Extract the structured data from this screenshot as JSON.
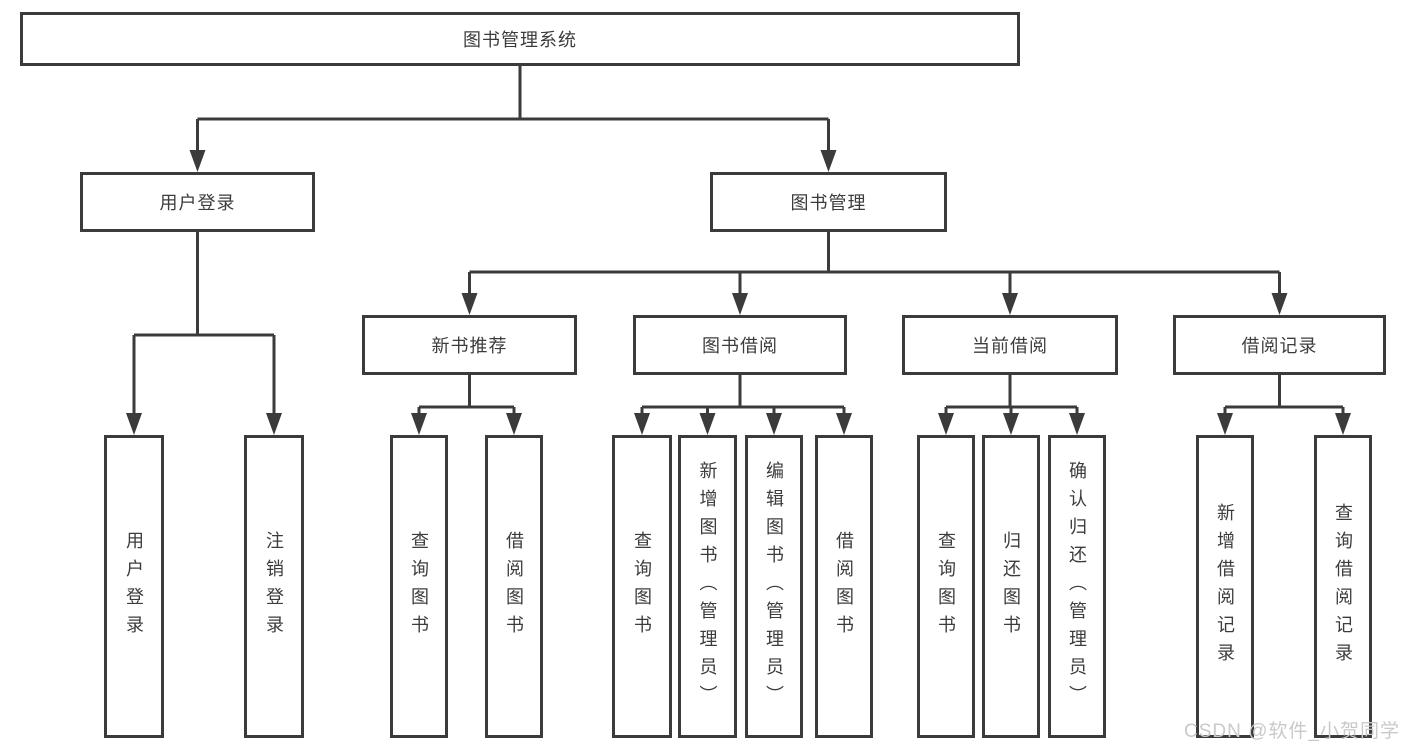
{
  "diagram": {
    "root": {
      "label": "图书管理系统"
    },
    "branches": [
      {
        "label": "用户登录",
        "children": [
          {
            "label": "用户登录"
          },
          {
            "label": "注销登录"
          }
        ]
      },
      {
        "label": "图书管理",
        "children": [
          {
            "label": "新书推荐",
            "children": [
              {
                "label": "查询图书"
              },
              {
                "label": "借阅图书"
              }
            ]
          },
          {
            "label": "图书借阅",
            "children": [
              {
                "label": "查询图书"
              },
              {
                "label": "新增图书（管理员）"
              },
              {
                "label": "编辑图书（管理员）"
              },
              {
                "label": "借阅图书"
              }
            ]
          },
          {
            "label": "当前借阅",
            "children": [
              {
                "label": "查询图书"
              },
              {
                "label": "归还图书"
              },
              {
                "label": "确认归还（管理员）"
              }
            ]
          },
          {
            "label": "借阅记录",
            "children": [
              {
                "label": "新增借阅记录"
              },
              {
                "label": "查询借阅记录"
              }
            ]
          }
        ]
      }
    ]
  },
  "colors": {
    "line": "#3b3b3b",
    "text": "#3c3c3c",
    "watermark": "#c9c9c9"
  },
  "watermark": "CSDN @软件_小贺同学"
}
